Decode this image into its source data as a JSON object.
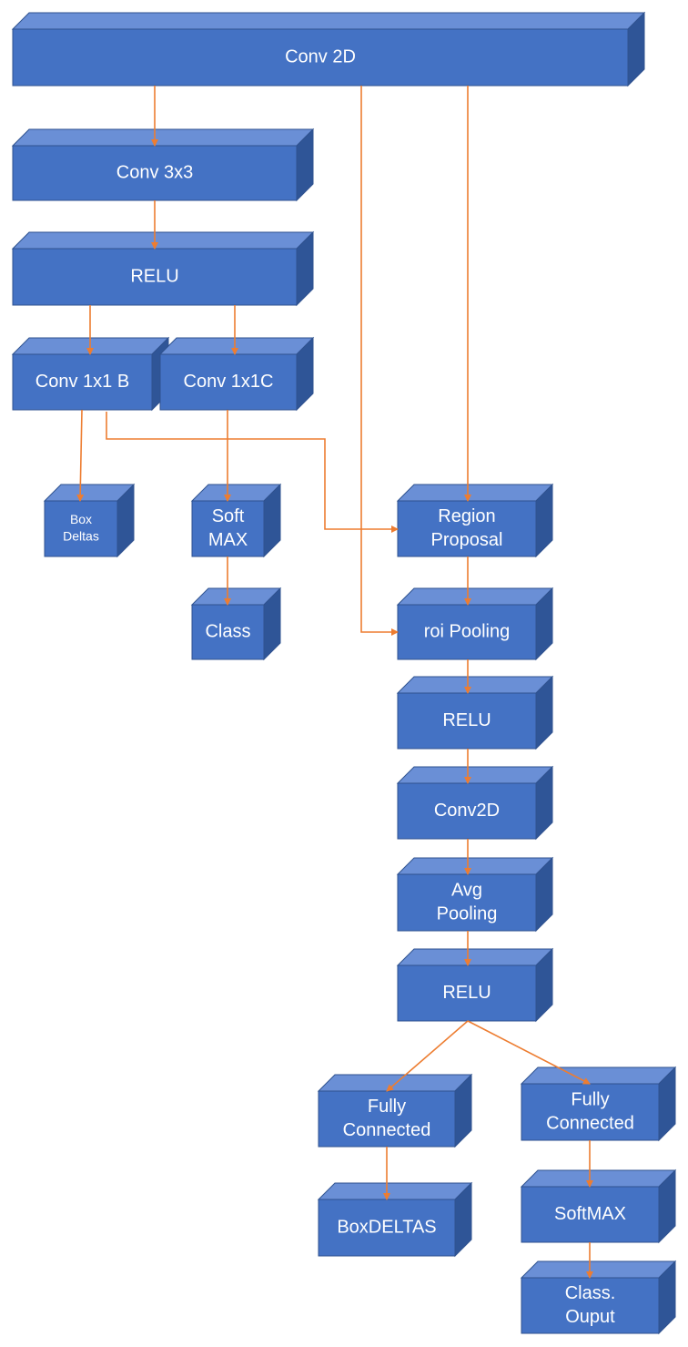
{
  "colors": {
    "block_front": "#4472C4",
    "block_top": "#6A8FD6",
    "block_side": "#2F5597",
    "block_outline": "#2F528F",
    "arrow": "#ED7D31"
  },
  "nodes": [
    {
      "id": "conv2d_top",
      "lines": [
        "Conv 2D"
      ]
    },
    {
      "id": "conv3x3",
      "lines": [
        "Conv 3x3"
      ]
    },
    {
      "id": "relu_1",
      "lines": [
        "RELU"
      ]
    },
    {
      "id": "conv1x1b",
      "lines": [
        "Conv 1x1 B"
      ]
    },
    {
      "id": "conv1x1c",
      "lines": [
        "Conv 1x1C"
      ]
    },
    {
      "id": "box_deltas",
      "lines": [
        "Box",
        "Deltas"
      ]
    },
    {
      "id": "softmax_1",
      "lines": [
        "Soft",
        "MAX"
      ]
    },
    {
      "id": "class_1",
      "lines": [
        "Class"
      ]
    },
    {
      "id": "region_proposal",
      "lines": [
        "Region",
        "Proposal"
      ]
    },
    {
      "id": "roi_pooling",
      "lines": [
        "roi Pooling"
      ]
    },
    {
      "id": "relu_2",
      "lines": [
        "RELU"
      ]
    },
    {
      "id": "conv2d_2",
      "lines": [
        "Conv2D"
      ]
    },
    {
      "id": "avg_pooling",
      "lines": [
        "Avg",
        "Pooling"
      ]
    },
    {
      "id": "relu_3",
      "lines": [
        "RELU"
      ]
    },
    {
      "id": "fc_1",
      "lines": [
        "Fully",
        "Connected"
      ]
    },
    {
      "id": "fc_2",
      "lines": [
        "Fully",
        "Connected"
      ]
    },
    {
      "id": "boxdeltas_out",
      "lines": [
        "BoxDELTAS"
      ]
    },
    {
      "id": "softmax_2",
      "lines": [
        "SoftMAX"
      ]
    },
    {
      "id": "class_output",
      "lines": [
        "Class.",
        "Ouput"
      ]
    }
  ],
  "edges": [
    {
      "from": "conv2d_top",
      "to": "conv3x3"
    },
    {
      "from": "conv3x3",
      "to": "relu_1"
    },
    {
      "from": "relu_1",
      "to": "conv1x1b"
    },
    {
      "from": "relu_1",
      "to": "conv1x1c"
    },
    {
      "from": "conv1x1b",
      "to": "box_deltas"
    },
    {
      "from": "conv1x1c",
      "to": "softmax_1"
    },
    {
      "from": "softmax_1",
      "to": "class_1"
    },
    {
      "from": "conv1x1b",
      "to": "region_proposal"
    },
    {
      "from": "conv2d_top",
      "to": "region_proposal"
    },
    {
      "from": "conv2d_top",
      "to": "roi_pooling"
    },
    {
      "from": "region_proposal",
      "to": "roi_pooling"
    },
    {
      "from": "roi_pooling",
      "to": "relu_2"
    },
    {
      "from": "relu_2",
      "to": "conv2d_2"
    },
    {
      "from": "conv2d_2",
      "to": "avg_pooling"
    },
    {
      "from": "avg_pooling",
      "to": "relu_3"
    },
    {
      "from": "relu_3",
      "to": "fc_1"
    },
    {
      "from": "relu_3",
      "to": "fc_2"
    },
    {
      "from": "fc_1",
      "to": "boxdeltas_out"
    },
    {
      "from": "fc_2",
      "to": "softmax_2"
    },
    {
      "from": "softmax_2",
      "to": "class_output"
    }
  ]
}
